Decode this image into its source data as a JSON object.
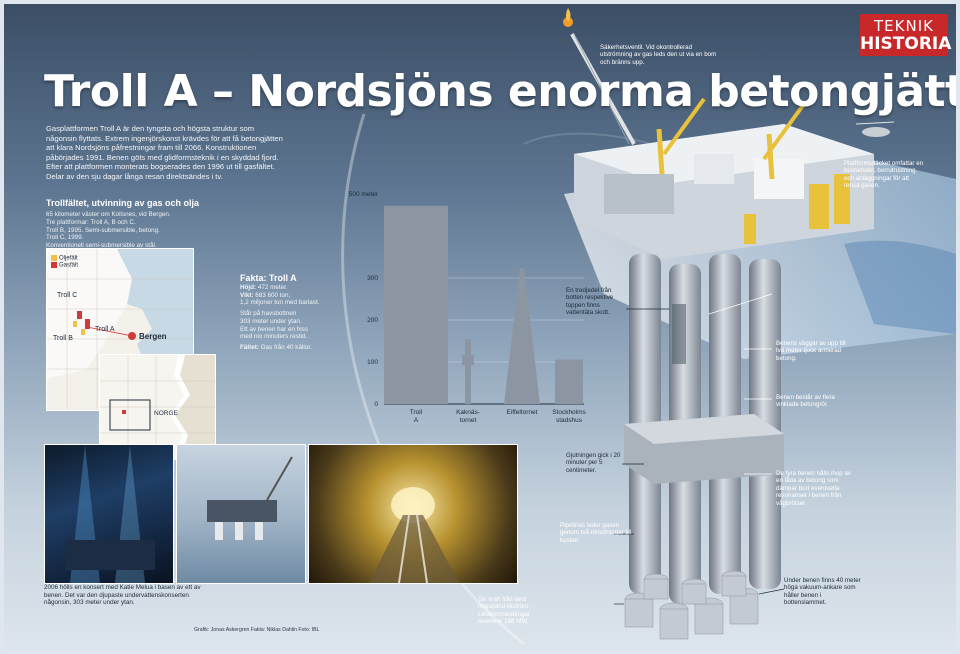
{
  "logo": {
    "top": "TEKNIK",
    "bottom": "HISTORIA"
  },
  "title": "Troll A – Nordsjöns enorma betongjätte",
  "intro": "Gasplattformen Troll A är den tyngsta och högsta struktur som någonsin flyttats. Extrem ingenjörskonst krävdes för att få betongjätten att klara Nordsjöns påfrestningar fram till 2066. Konstruktionen påbörjades 1991. Benen göts med glidformsteknik i en skyddad fjord. Efter att plattformen monterats bogserades den 1996 ut till gasfältet. Delar av den sju dagar långa resan direktsändes i tv.",
  "troll_field": {
    "heading": "Trollfältet, utvinning av gas och olja",
    "lines": [
      "65 kilometer väster om Kollsnes, vid Bergen.",
      "Tre plattformar: Troll A, B och C.",
      "Troll B, 1995. Semi-submersible, betong.",
      "Troll C, 1999.",
      "Konventionell semi-submersible av stål."
    ],
    "legend": [
      {
        "label": "Oljefält",
        "color": "#f2c04a"
      },
      {
        "label": "Gasfält",
        "color": "#d23a3a"
      }
    ],
    "map_labels": {
      "troll_c": "Troll C",
      "troll_a": "Troll A",
      "troll_b": "Troll B",
      "bergen": "Bergen",
      "norge": "NORGE"
    }
  },
  "fakta": {
    "title": "Fakta: Troll A",
    "hojd_label": "Höjd:",
    "hojd": "472 meter.",
    "vikt_label": "Vikt:",
    "vikt": "683 600 ton,",
    "vikt2": "1,2 miljoner ton med barlast.",
    "line1": "Står på havsbottnen",
    "line2": "303 meter under ytan.",
    "line3": "Ett av benen har en hiss",
    "line4": "med nio minuters restid.",
    "faltet_label": "Fältet:",
    "faltet": "Gas från 40 källor."
  },
  "chart_data": {
    "type": "bar",
    "title": "",
    "ylabel": "",
    "y_unit_label": "500 meter",
    "yticks": [
      0,
      100,
      200,
      300
    ],
    "ylim": [
      0,
      500
    ],
    "categories": [
      "Troll A",
      "Kaknäs-tornet",
      "Eiffeltornet",
      "Stockholms stadshus"
    ],
    "values": [
      472,
      155,
      324,
      106
    ]
  },
  "annotations": {
    "sakerhet": "Säkerhetsventil. Vid okontrollerad utströmning av gas leds den ut via en bom och bränns upp.",
    "plattform": "Plattformsdäcket omfattar en bostadsdel, borrutrustning och anläggningar för att rensa gasen.",
    "tredjedel": "En tredjedel från botten respektive toppen finns vattentäta skott.",
    "vaggar": "Benens väggar av upp till två meter tjock armerad betong.",
    "bestar": "Benen består av flera vinklade betongrör.",
    "gjutningen": "Gjutningen gick i 20 minuter per 5 centimeter.",
    "fyra_ben": "De fyra benen hålls ihop av en låda av betong som dämpar bort eventuella resonanser i benen från vågbrötser.",
    "pipelines": "Pipelines leder gasen genom två rörledningar till kusten.",
    "kraft": "Tar kraft från land: högspänd likström. Likströmsledningar levererar 188 MW.",
    "ankare": "Under benen finns 40 meter höga vakuum-ankare som håller benen i bottenslammet."
  },
  "photo_caption": "2006 hölls en konsert med Katie Melua i basen av ett av benen. Det var den djupaste undervattenskonserten någonsin, 303 meter under ytan.",
  "credits": "Grafik: Jonas Askergren   Fakta: Niklas Dahlin   Foto: IBL"
}
